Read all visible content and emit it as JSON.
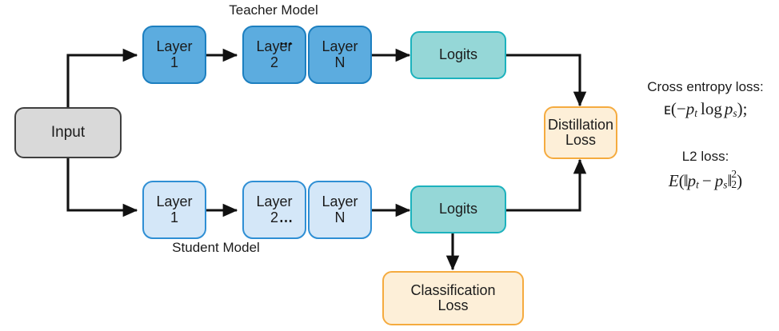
{
  "diagram": {
    "title_teacher": "Teacher Model",
    "title_student": "Student Model",
    "ellipsis": "⋯",
    "colors": {
      "teacher_fill": "#5cacdf",
      "teacher_border": "#1c7fc0",
      "student_fill": "#d4e7f8",
      "student_border": "#2f8fd4",
      "logits_fill": "#95d7d7",
      "logits_border": "#1cb2bd",
      "loss_fill": "#fdefd8",
      "loss_border": "#f5ab3f",
      "input_fill": "#d9d9d9",
      "input_border": "#3f3f3f",
      "arrow": "#111111"
    }
  },
  "input_node": {
    "label": "Input"
  },
  "teacher": {
    "layers": [
      {
        "line1": "Layer",
        "line2": "1"
      },
      {
        "line1": "Layer",
        "line2": "2"
      },
      {
        "line1": "Layer",
        "line2": "N"
      }
    ],
    "logits": "Logits"
  },
  "student": {
    "layers": [
      {
        "line1": "Layer",
        "line2": "1"
      },
      {
        "line1": "Layer",
        "line2": "2"
      },
      {
        "line1": "Layer",
        "line2": "N"
      }
    ],
    "logits": "Logits"
  },
  "losses": {
    "distillation": {
      "line1": "Distillation",
      "line2": "Loss"
    },
    "classification": {
      "line1": "Classification",
      "line2": "Loss"
    }
  },
  "formulas": [
    {
      "label": "Cross entropy loss:",
      "math_plain": "E(-p_t log p_s);",
      "parts": {
        "fn": "ᴇ",
        "open": "(−",
        "p1": "p",
        "sub1": "t",
        "log": "log",
        "p2": "p",
        "sub2": "s",
        "close": ");"
      }
    },
    {
      "label": "L2 loss:",
      "math_plain": "E(||p_t - p_s||_2^2)",
      "parts": {
        "fn": "E",
        "open": "(‖",
        "p1": "p",
        "sub1": "t",
        "minus": "−",
        "p2": "p",
        "sub2": "s",
        "normclose": "‖",
        "sup": "2",
        "sub": "2",
        "close": ")"
      }
    }
  ]
}
